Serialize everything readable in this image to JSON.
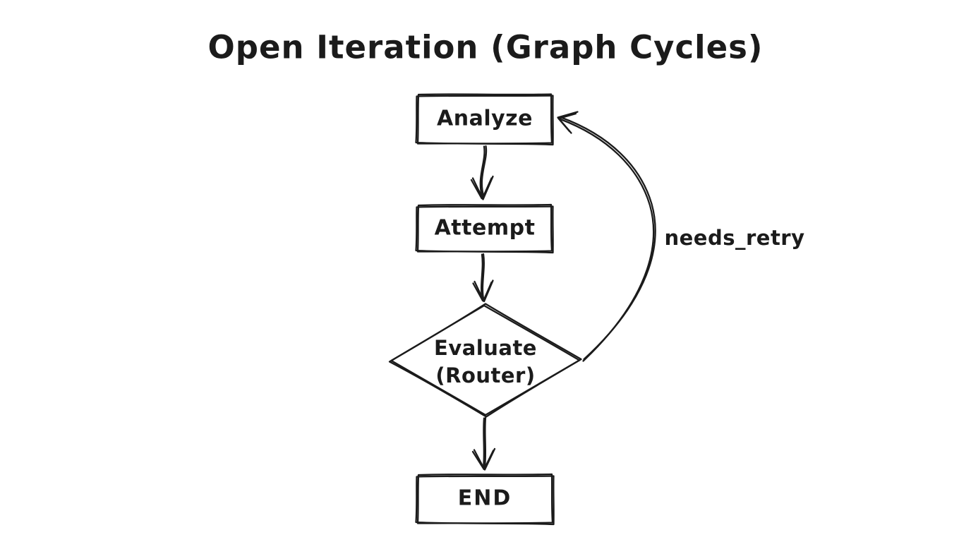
{
  "page": {
    "background_color": "#ffffff",
    "stroke_color": "#1b1b1b",
    "style": "hand-drawn-sketch"
  },
  "diagram": {
    "title": "Open Iteration (Graph Cycles)",
    "nodes": [
      {
        "id": "analyze",
        "shape": "rectangle",
        "label": "Analyze"
      },
      {
        "id": "attempt",
        "shape": "rectangle",
        "label": "Attempt"
      },
      {
        "id": "evaluate",
        "shape": "diamond",
        "label": "Evaluate",
        "sublabel": "(Router)"
      },
      {
        "id": "end",
        "shape": "rectangle",
        "label": "END"
      }
    ],
    "edges": [
      {
        "from": "analyze",
        "to": "attempt",
        "label": ""
      },
      {
        "from": "attempt",
        "to": "evaluate",
        "label": ""
      },
      {
        "from": "evaluate",
        "to": "end",
        "label": ""
      },
      {
        "from": "evaluate",
        "to": "analyze",
        "label": "needs_retry"
      }
    ]
  }
}
